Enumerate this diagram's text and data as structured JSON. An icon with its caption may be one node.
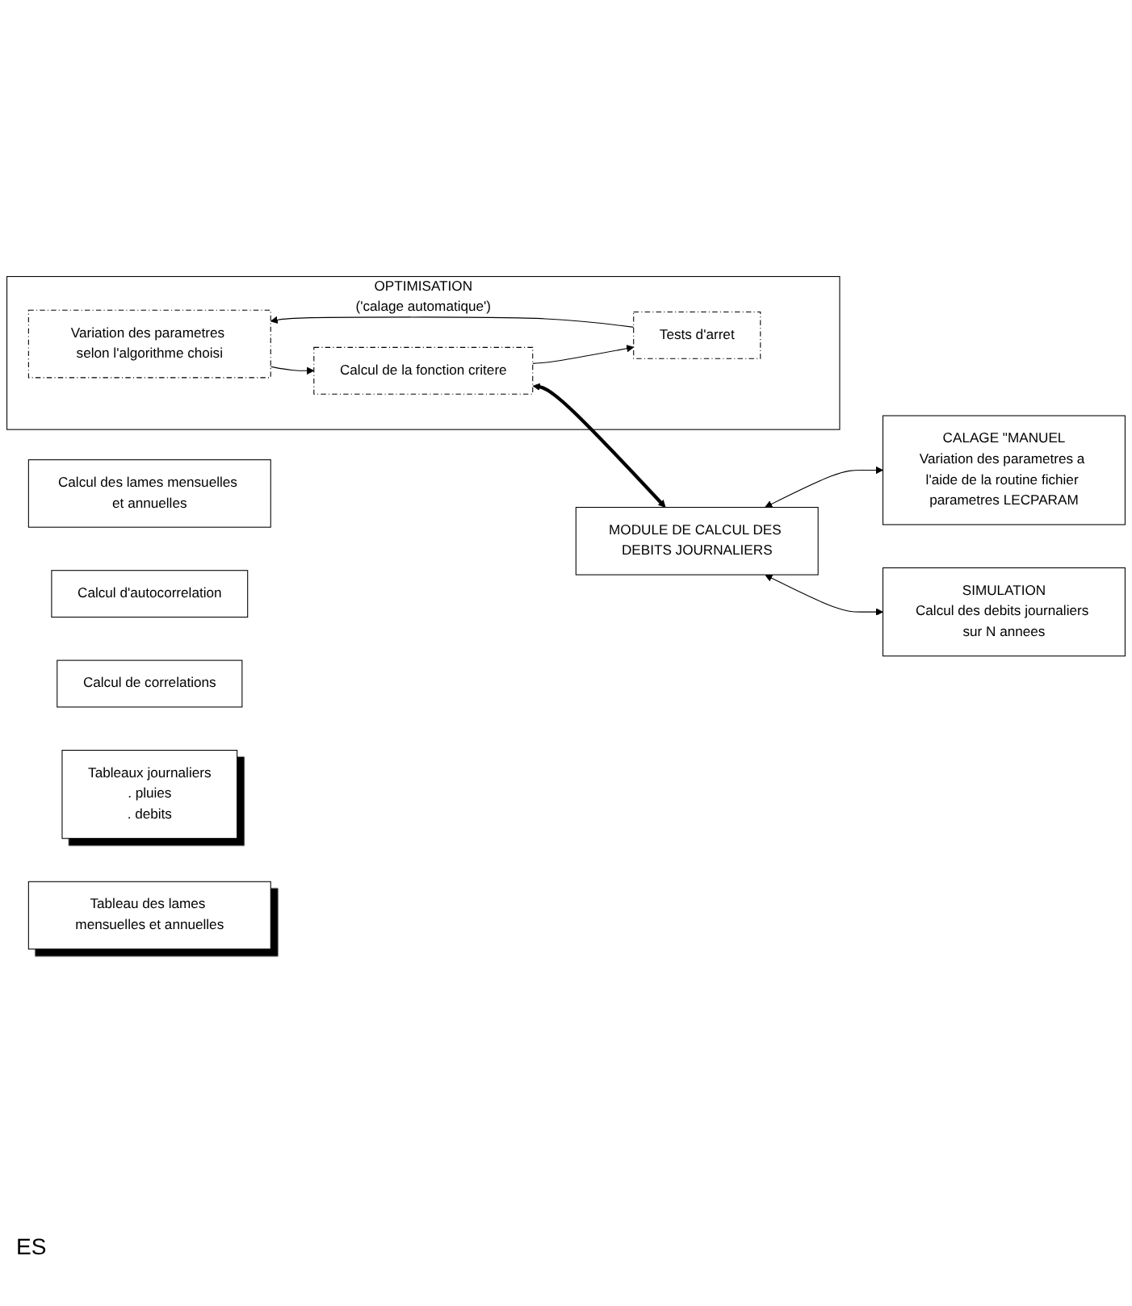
{
  "diagram": {
    "nodes": [
      {
        "text": [
          "OPTIMISATION",
          "('calage automatique')"
        ]
      },
      {
        "text": [
          "Variation des parametres selon l'algorithme choisi"
        ],
        "in": 0
      },
      {
        "text": [
          "Calcul de la fonction critere"
        ],
        "in": 0
      },
      {
        "text": [
          "Tests d'arret"
        ],
        "in": 0
      },
      {
        "text": [
          "MODULE DE CALCUL DES DEBITS JOURNALIERS"
        ]
      },
      {
        "text": [
          "CALAGE \"MANUEL",
          "Variation des parametres a l'aide de la routine fichier parametres LECPARAM"
        ]
      },
      {
        "text": [
          "SIMULATION",
          "Calcul des debits journaliers sur N annees"
        ]
      },
      {
        "text": [
          "Calcul des lames mensuelles et annuelles"
        ]
      },
      {
        "text": [
          "Calcul d'autocorrelation"
        ]
      },
      {
        "text": [
          "Calcul de correlations"
        ]
      },
      {
        "text": [
          "Tableaux journaliers",
          ". pluies",
          ". debits"
        ]
      },
      {
        "text": [
          "Tableau des lames mensuelles et annuelles"
        ]
      }
    ],
    "edges": [
      {
        "from": 1,
        "to": 2,
        "arrow": "to"
      },
      {
        "from": 2,
        "to": 3,
        "arrow": "to"
      },
      {
        "from": 3,
        "to": 1,
        "arrow": "to"
      },
      {
        "from": 2,
        "to": 4,
        "arrow": "both",
        "style": "thick"
      },
      {
        "from": 4,
        "to": 5,
        "arrow": "both"
      },
      {
        "from": 4,
        "to": 6,
        "arrow": "both"
      }
    ],
    "labels": [
      "ES"
    ]
  }
}
